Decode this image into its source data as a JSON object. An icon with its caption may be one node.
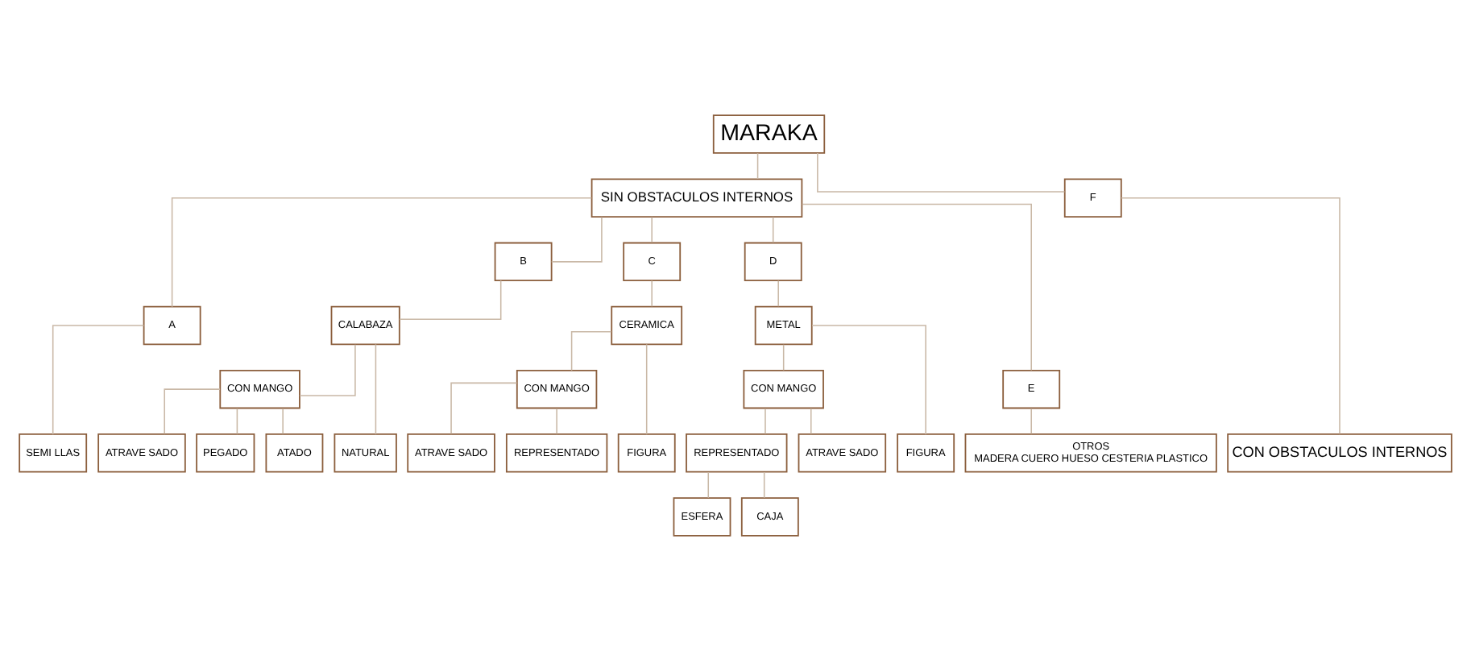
{
  "diagram": {
    "nodes": [
      {
        "text": [
          "MARAKA"
        ]
      },
      {
        "text": [
          "SIN OBSTACULOS INTERNOS"
        ]
      },
      {
        "text": [
          "A"
        ]
      },
      {
        "text": [
          "B"
        ]
      },
      {
        "text": [
          "C"
        ]
      },
      {
        "text": [
          "D"
        ]
      },
      {
        "text": [
          "E"
        ]
      },
      {
        "text": [
          "F"
        ]
      },
      {
        "text": [
          "CALABAZA"
        ]
      },
      {
        "text": [
          "CERAMICA"
        ]
      },
      {
        "text": [
          "METAL"
        ]
      },
      {
        "text": [
          "CON MANGO"
        ]
      },
      {
        "text": [
          "CON MANGO"
        ]
      },
      {
        "text": [
          "CON MANGO"
        ]
      },
      {
        "text": [
          "REPRESENTADO"
        ]
      },
      {
        "text": [
          "SEMI LLAS"
        ]
      },
      {
        "text": [
          "NATURAL"
        ]
      },
      {
        "text": [
          "ATRAVE SADO"
        ]
      },
      {
        "text": [
          "PEGADO"
        ]
      },
      {
        "text": [
          "ATADO"
        ]
      },
      {
        "text": [
          "ATRAVE SADO"
        ]
      },
      {
        "text": [
          "REPRESENTADO"
        ]
      },
      {
        "text": [
          "FIGURA"
        ]
      },
      {
        "text": [
          "ATRAVE SADO"
        ]
      },
      {
        "text": [
          "ESFERA"
        ]
      },
      {
        "text": [
          "CAJA"
        ]
      },
      {
        "text": [
          "FIGURA"
        ]
      },
      {
        "text": [
          "OTROS",
          "MADERA CUERO HUESO CESTERIA PLASTICO"
        ]
      },
      {
        "text": [
          "CON OBSTACULOS INTERNOS"
        ]
      }
    ],
    "edges": [
      {
        "from": 0,
        "to": 1,
        "arrow": "none"
      },
      {
        "from": 0,
        "to": 7,
        "arrow": "none"
      },
      {
        "from": 1,
        "to": 2,
        "arrow": "none"
      },
      {
        "from": 1,
        "to": 3,
        "arrow": "none"
      },
      {
        "from": 1,
        "to": 4,
        "arrow": "none"
      },
      {
        "from": 1,
        "to": 5,
        "arrow": "none"
      },
      {
        "from": 1,
        "to": 6,
        "arrow": "none"
      },
      {
        "from": 2,
        "to": 15,
        "arrow": "none"
      },
      {
        "from": 3,
        "to": 8,
        "arrow": "none"
      },
      {
        "from": 4,
        "to": 9,
        "arrow": "none"
      },
      {
        "from": 5,
        "to": 10,
        "arrow": "none"
      },
      {
        "from": 6,
        "to": 27,
        "arrow": "none"
      },
      {
        "from": 7,
        "to": 28,
        "arrow": "none"
      },
      {
        "from": 8,
        "to": 16,
        "arrow": "none"
      },
      {
        "from": 8,
        "to": 11,
        "arrow": "none"
      },
      {
        "from": 11,
        "to": 17,
        "arrow": "none"
      },
      {
        "from": 11,
        "to": 18,
        "arrow": "none"
      },
      {
        "from": 11,
        "to": 19,
        "arrow": "none"
      },
      {
        "from": 9,
        "to": 12,
        "arrow": "none"
      },
      {
        "from": 9,
        "to": 22,
        "arrow": "none"
      },
      {
        "from": 12,
        "to": 20,
        "arrow": "none"
      },
      {
        "from": 12,
        "to": 21,
        "arrow": "none"
      },
      {
        "from": 10,
        "to": 13,
        "arrow": "none"
      },
      {
        "from": 10,
        "to": 26,
        "arrow": "none"
      },
      {
        "from": 13,
        "to": 23,
        "arrow": "none"
      },
      {
        "from": 13,
        "to": 14,
        "arrow": "none"
      },
      {
        "from": 14,
        "to": 24,
        "arrow": "none"
      },
      {
        "from": 14,
        "to": 25,
        "arrow": "none"
      }
    ]
  }
}
